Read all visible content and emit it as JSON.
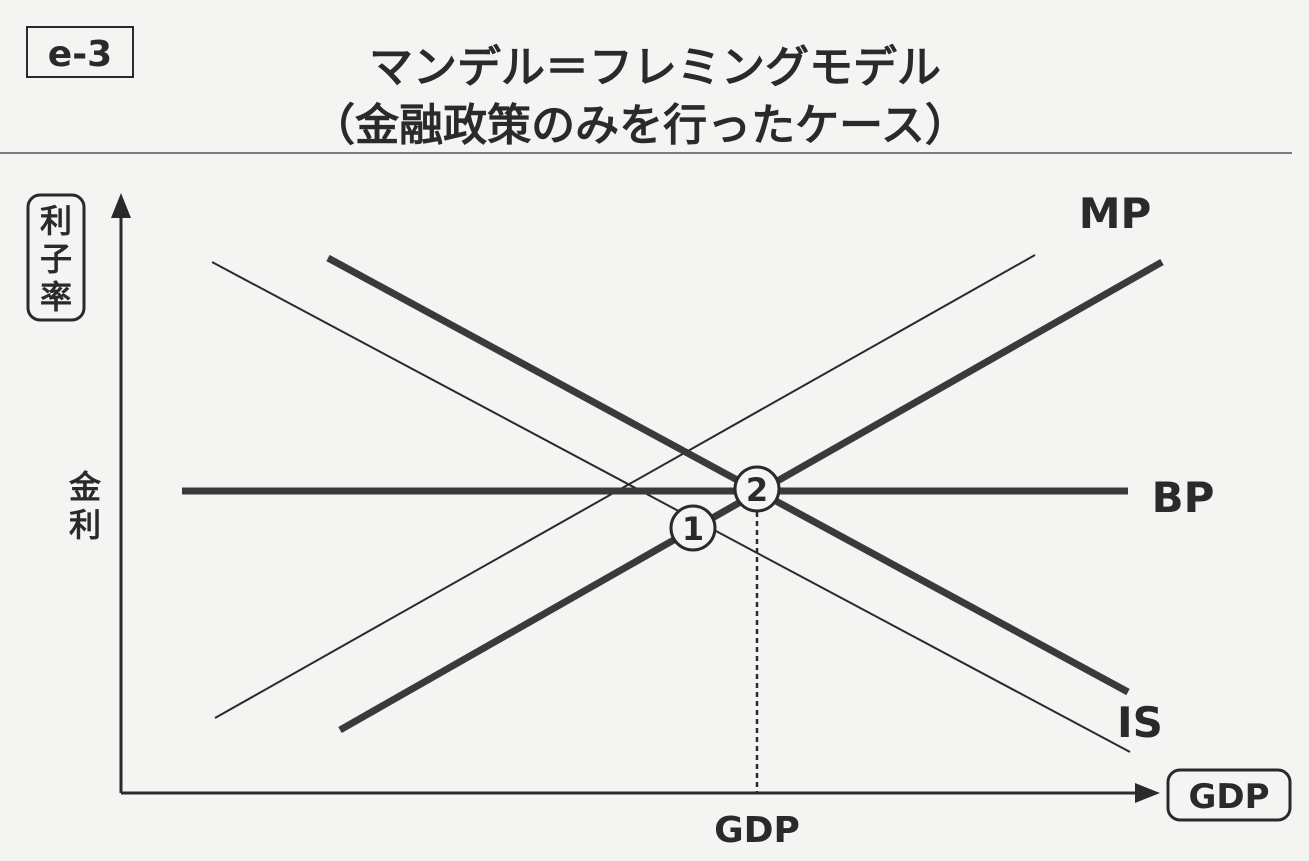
{
  "header": {
    "code": "e-3",
    "title_line1": "マンデル＝フレミングモデル",
    "title_line2": "（金融政策のみを行ったケース）"
  },
  "diagram": {
    "y_axis_label": [
      "利",
      "子",
      "率"
    ],
    "x_axis_label": "GDP",
    "y_marker_label": [
      "金",
      "利"
    ],
    "x_marker_label": "GDP",
    "curves": {
      "mp": "MP",
      "bp": "BP",
      "is": "IS"
    },
    "points": {
      "p1": "1",
      "p2": "2"
    }
  },
  "colors": {
    "ink": "#2a2a2a",
    "paper": "#f4f4f2"
  }
}
